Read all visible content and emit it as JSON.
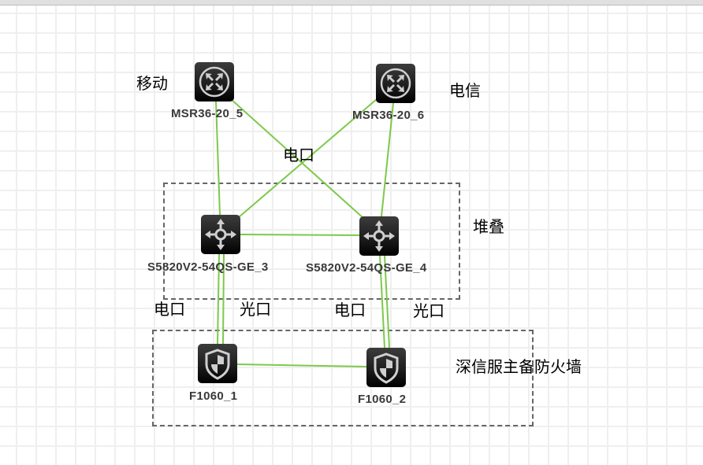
{
  "diagram": {
    "nodes": [
      {
        "id": "r5",
        "type": "router",
        "label": "MSR36-20_5"
      },
      {
        "id": "r6",
        "type": "router",
        "label": "MSR36-20_6"
      },
      {
        "id": "s3",
        "type": "switch",
        "label": "S5820V2-54QS-GE_3"
      },
      {
        "id": "s4",
        "type": "switch",
        "label": "S5820V2-54QS-GE_4"
      },
      {
        "id": "f1",
        "type": "firewall",
        "label": "F1060_1"
      },
      {
        "id": "f2",
        "type": "firewall",
        "label": "F1060_2"
      }
    ],
    "links": [
      {
        "from": "r5",
        "to": "s3"
      },
      {
        "from": "r5",
        "to": "s4"
      },
      {
        "from": "r6",
        "to": "s3"
      },
      {
        "from": "r6",
        "to": "s4"
      },
      {
        "from": "s3",
        "to": "s4"
      },
      {
        "from": "s3",
        "to": "f1",
        "count": 2
      },
      {
        "from": "s4",
        "to": "f2",
        "count": 2
      },
      {
        "from": "f1",
        "to": "f2"
      }
    ],
    "groups": [
      {
        "id": "stack",
        "label": "堆叠"
      },
      {
        "id": "fw",
        "label": "深信服主备防火墙"
      }
    ],
    "annotations": {
      "isp_mobile": "移动",
      "isp_telecom": "电信",
      "uplink_port": "电口",
      "s3_copper": "电口",
      "s3_fiber": "光口",
      "s4_copper": "电口",
      "s4_fiber": "光口"
    },
    "colors": {
      "link": "#7dc94a",
      "group_border": "#666666",
      "node_bg": "#1e1e1e",
      "node_glyph": "#d0d0d0"
    }
  }
}
